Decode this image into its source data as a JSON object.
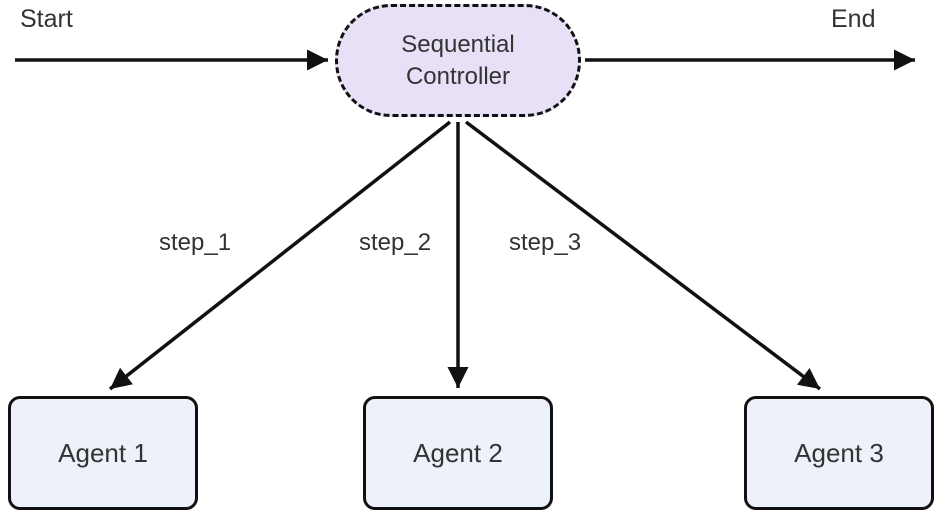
{
  "diagram": {
    "type": "flowchart",
    "nodes": {
      "start_label": "Start",
      "end_label": "End",
      "controller": {
        "label": "Sequential Controller",
        "shape": "stadium-dashed"
      },
      "agents": [
        {
          "label": "Agent 1"
        },
        {
          "label": "Agent 2"
        },
        {
          "label": "Agent 3"
        }
      ]
    },
    "edges": [
      {
        "from": "start",
        "to": "controller",
        "label": ""
      },
      {
        "from": "controller",
        "to": "end",
        "label": ""
      },
      {
        "from": "controller",
        "to": "agent-1",
        "label": "step_1"
      },
      {
        "from": "controller",
        "to": "agent-2",
        "label": "step_2"
      },
      {
        "from": "controller",
        "to": "agent-3",
        "label": "step_3"
      }
    ],
    "colors": {
      "stroke": "#111111",
      "text": "#333333",
      "controller_fill": "#E7E0F7",
      "agent_fill": "#ECF1FA",
      "background": "#ffffff"
    }
  }
}
